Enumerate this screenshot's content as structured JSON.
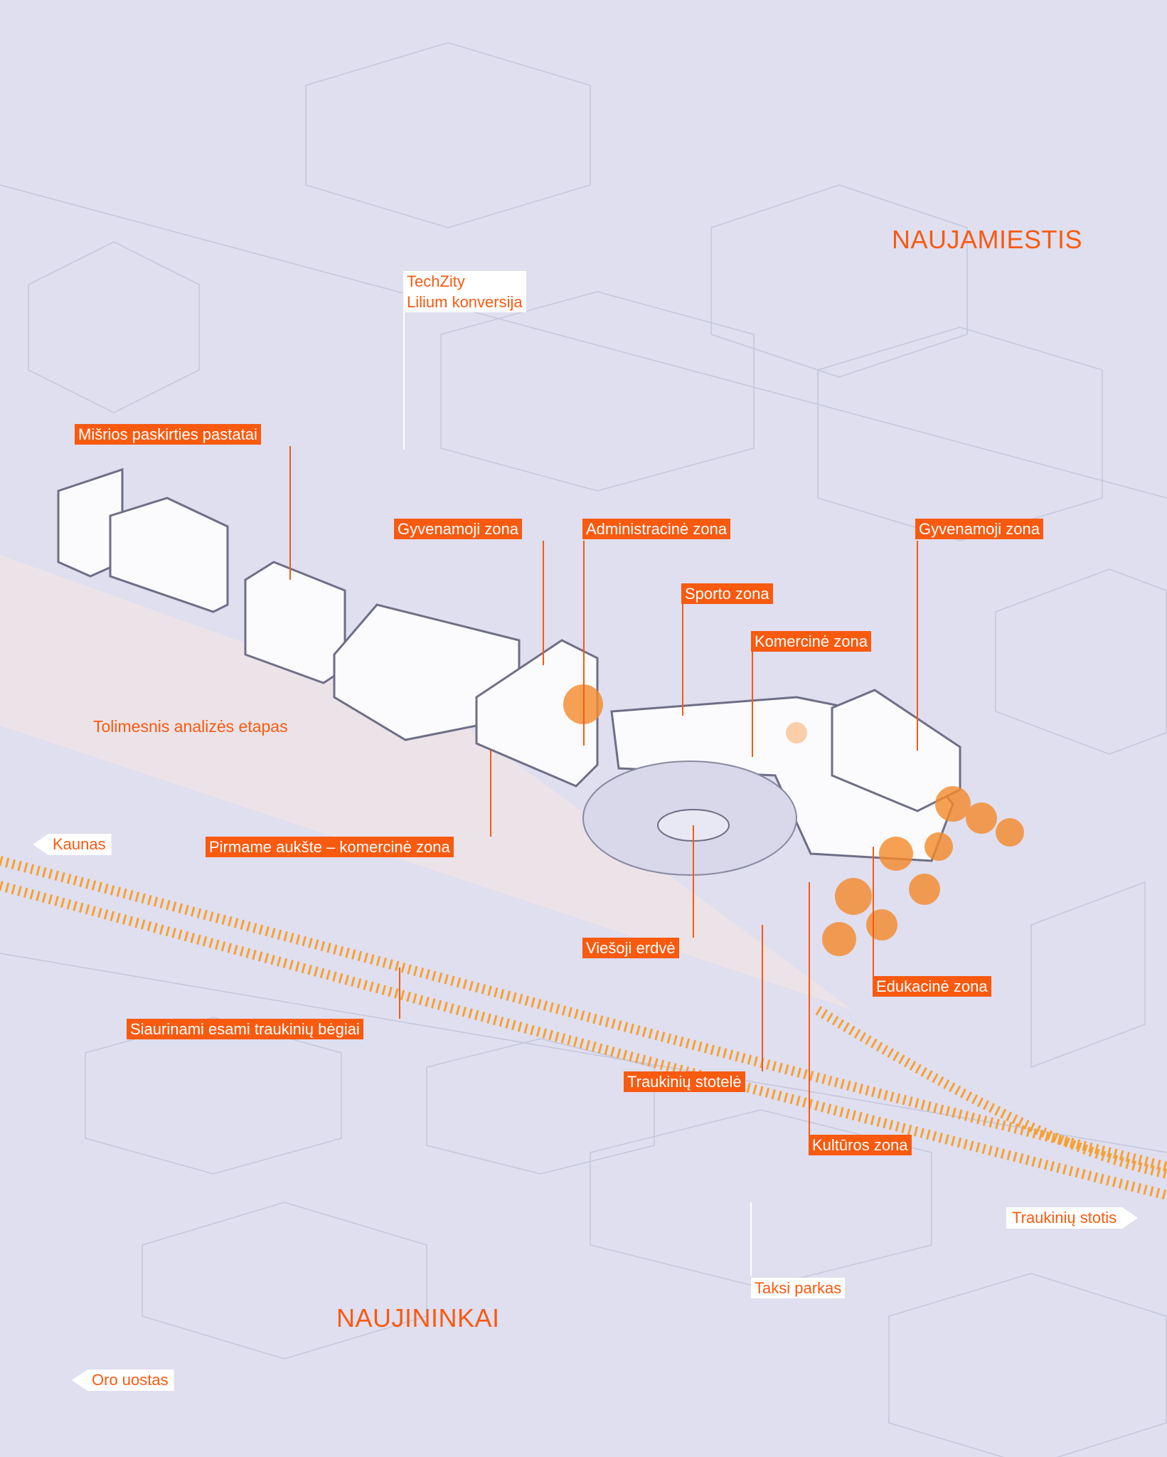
{
  "districts": {
    "north": "NAUJAMIESTIS",
    "south": "NAUJININKAI"
  },
  "labels": {
    "techzity_line1": "TechZity",
    "techzity_line2": "Lilium konversija",
    "mixed_use": "Mišrios paskirties pastatai",
    "residential_left": "Gyvenamoji zona",
    "administrative": "Administracinė zona",
    "residential_right": "Gyvenamoji zona",
    "sports": "Sporto zona",
    "commercial": "Komercinė zona",
    "further_analysis": "Tolimesnis analizės etapas",
    "ground_floor_commercial": "Pirmame aukšte – komercinė zona",
    "public_space": "Viešoji erdvė",
    "education": "Edukacinė zona",
    "narrowed_tracks": "Siaurinami esami traukinių bėgiai",
    "train_stop": "Traukinių stotelė",
    "culture": "Kultūros zona",
    "taxi_park": "Taksi parkas"
  },
  "directions": {
    "kaunas": "Kaunas",
    "train_station": "Traukinių stotis",
    "airport": "Oro uostas"
  },
  "colors": {
    "accent": "#f85a10",
    "background": "#dfdff0",
    "tracks": "#f7a030",
    "trees": "#f58a2a"
  }
}
